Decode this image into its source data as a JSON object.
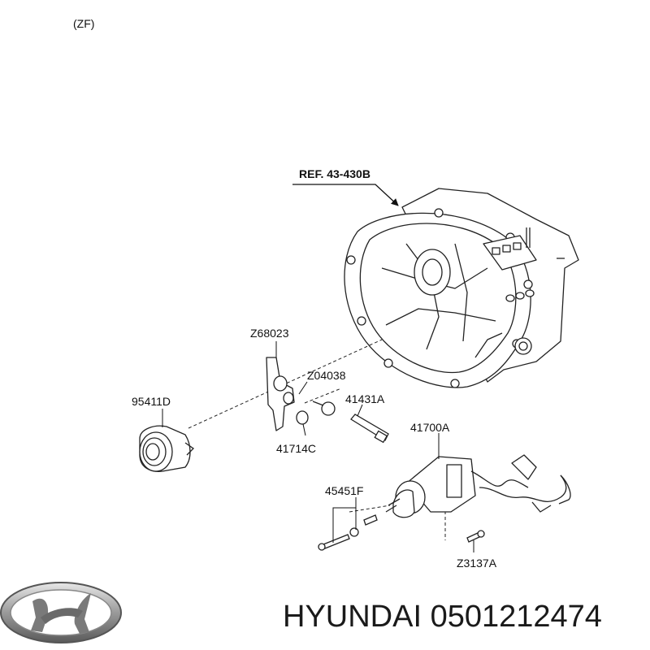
{
  "diagram": {
    "variant": "(ZF)",
    "reference": "REF. 43-430B",
    "parts": {
      "fork": "Z68023",
      "bushing": "Z04038",
      "release_bearing": "95411D",
      "pivot_pin": "41431A",
      "fork_pin": "41714C",
      "slave_cylinder": "41700A",
      "bolts": "45451F",
      "screw": "Z3137A"
    }
  },
  "brand": {
    "name": "HYUNDAI",
    "part_number": "0501212474",
    "logo": "hyundai-logo"
  }
}
